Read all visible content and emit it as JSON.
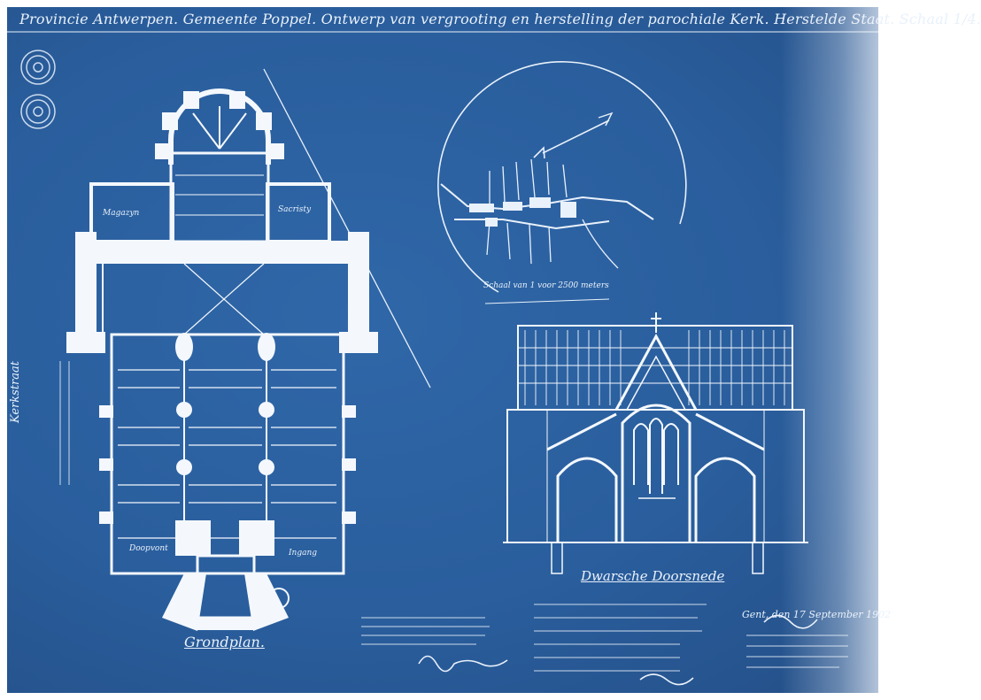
{
  "title": "Provincie Antwerpen. Gemeente Poppel. Ontwerp van vergrooting en herstelling der parochiale Kerk. Herstelde Staat. Schaal 1/4.",
  "labels": {
    "ground_plan": "Grondplan.",
    "cross_section": "Dwarsche Doorsnede",
    "map_scale": "Schaal van 1 voor 2500 meters",
    "street": "Kerkstraat",
    "sacristy_left": "Magazyn",
    "sacristy_right": "Sacristy",
    "entrance_left": "Doopvont",
    "entrance_right": "Ingang"
  },
  "signature_block": {
    "date_line": "Gent, den 17 September 1902"
  },
  "colors": {
    "paper": "#2a5e9d",
    "ink": "#e9f1fb"
  }
}
